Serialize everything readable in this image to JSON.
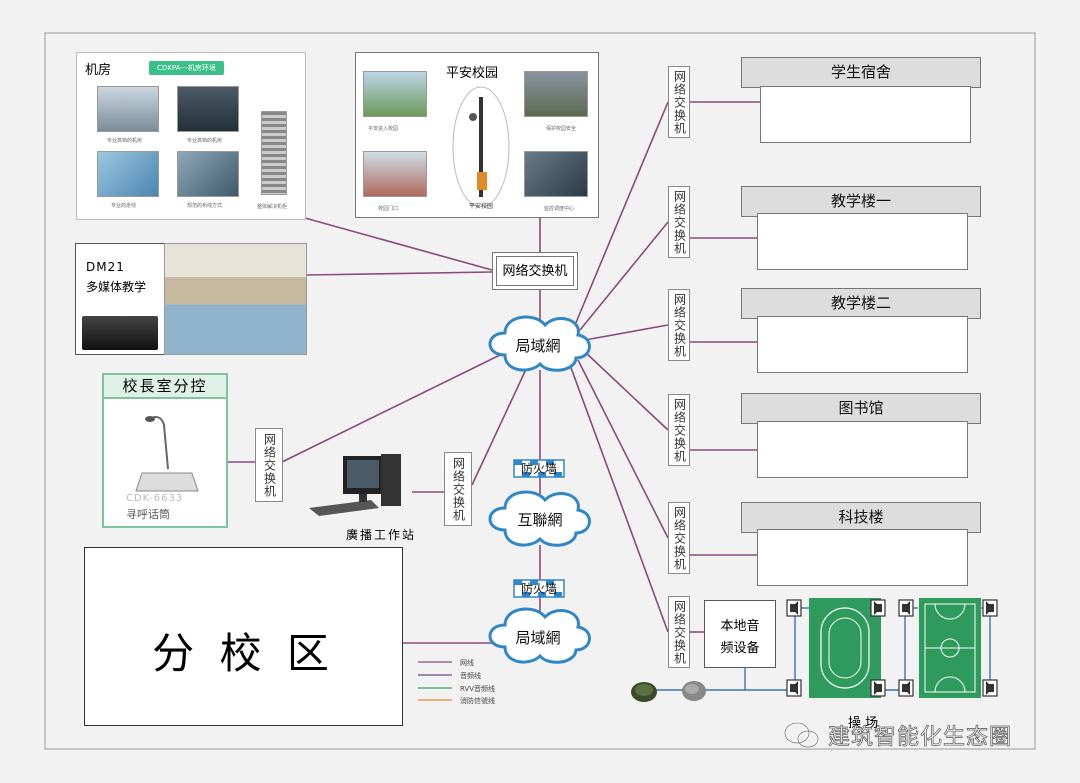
{
  "jifang": {
    "title": "机房",
    "badge": "CDKPA---机房环境",
    "captions": [
      "专业高档的机房",
      "专业高档的机房",
      "专业的走线",
      "规范的布线方式",
      "整体解决机柜"
    ]
  },
  "pingan": {
    "title": "平安校园",
    "pole_caption": "平安校园",
    "captions": [
      "平安进入校园",
      "保护校园安全",
      "校园门口",
      "监控调度中心"
    ]
  },
  "dm21": {
    "line1": "DM21",
    "line2": "多媒体教学"
  },
  "principal": {
    "title": "校長室分控",
    "model": "CDK-6633",
    "device": "寻呼话筒"
  },
  "switch_center": "网络交换机",
  "switch_vertical": "网络交换机",
  "clouds": {
    "lan_top": "局域網",
    "internet": "互聯網",
    "lan_bottom": "局域網"
  },
  "firewall": "防火墙",
  "workstation": "廣播工作站",
  "branch": "分 校 区",
  "buildings": [
    "学生宿舍",
    "教学楼一",
    "教学楼二",
    "图书馆",
    "科技楼"
  ],
  "audio_device": {
    "line1": "本地音",
    "line2": "频设备"
  },
  "playground_label": "操    场",
  "legend": [
    {
      "label": "网线",
      "color": "#8b4a7a"
    },
    {
      "label": "音频线",
      "color": "#6a4a8a"
    },
    {
      "label": "RVV音频线",
      "color": "#3aa06a"
    },
    {
      "label": "消防信號线",
      "color": "#e08a2a"
    }
  ],
  "watermark": "建筑智能化生态圈",
  "colors": {
    "link": "#8b4a7a",
    "green_frame": "#7fc29b",
    "field_green": "#2e9a5c"
  }
}
